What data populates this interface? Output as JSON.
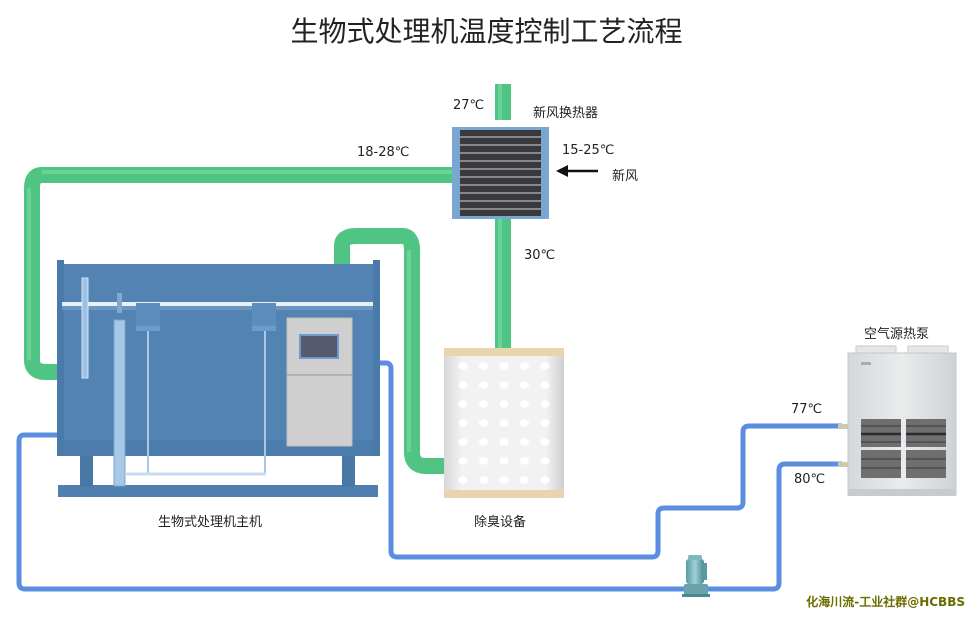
{
  "title": "生物式处理机温度控制工艺流程",
  "equipment": {
    "main_unit": "生物式处理机主机",
    "heat_exchanger": "新风换热器",
    "deodorizer": "除臭设备",
    "heat_pump": "空气源热泵",
    "fresh_air": "新风"
  },
  "temperatures": {
    "hx_top": "27℃",
    "hx_left_line": "18-28℃",
    "hx_fresh_air": "15-25℃",
    "hx_bottom_line": "30℃",
    "heat_pump_out": "77℃",
    "heat_pump_in": "80℃"
  },
  "colors": {
    "air_pipe": "#4fc483",
    "water_pipe": "#5b8ee0",
    "machine_body": "#4f7fae",
    "hx_frame": "#7aa6d2",
    "hx_core": "#3a3a3e",
    "deodorizer_cap": "#e8d5b0"
  },
  "watermark": "化海川流-工业社群@HCBBS"
}
